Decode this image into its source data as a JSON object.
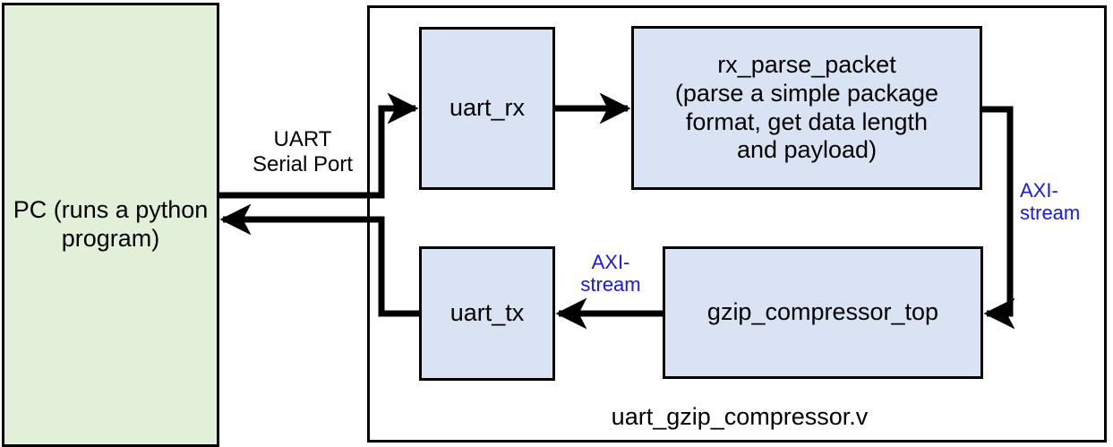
{
  "diagram": {
    "title_caption": "uart_gzip_compressor.v",
    "host": {
      "name": "PC",
      "text": "PC\n(runs a\npython\nprogram)",
      "fill_color": "#e2efd9"
    },
    "module_fill_color": "#dae3f3",
    "link_label_color": "#1818e8",
    "border_color": "#000000",
    "blocks": {
      "uart_rx": "uart_rx",
      "rx_parse_packet": "rx_parse_packet\n(parse a simple package\nformat, get data length\nand payload)",
      "uart_tx": "uart_tx",
      "gzip_compressor_top": "gzip_compressor_top"
    },
    "connections": {
      "uart_serial_port": "UART\nSerial Port",
      "axi_stream_right": "AXI-\nstream",
      "axi_stream_middle": "AXI-\nstream"
    }
  }
}
